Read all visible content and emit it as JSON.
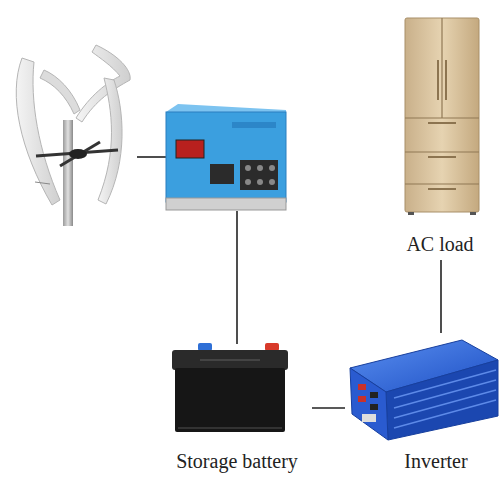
{
  "diagram": {
    "nodes": [
      {
        "text": [
          "AC load"
        ]
      },
      {
        "text": [
          "Storage battery"
        ]
      },
      {
        "text": [
          "Inverter"
        ]
      }
    ],
    "edges": [
      {
        "from": 1,
        "to": 2,
        "arrow": "none"
      },
      {
        "from": 2,
        "to": 0,
        "arrow": "none"
      }
    ]
  }
}
